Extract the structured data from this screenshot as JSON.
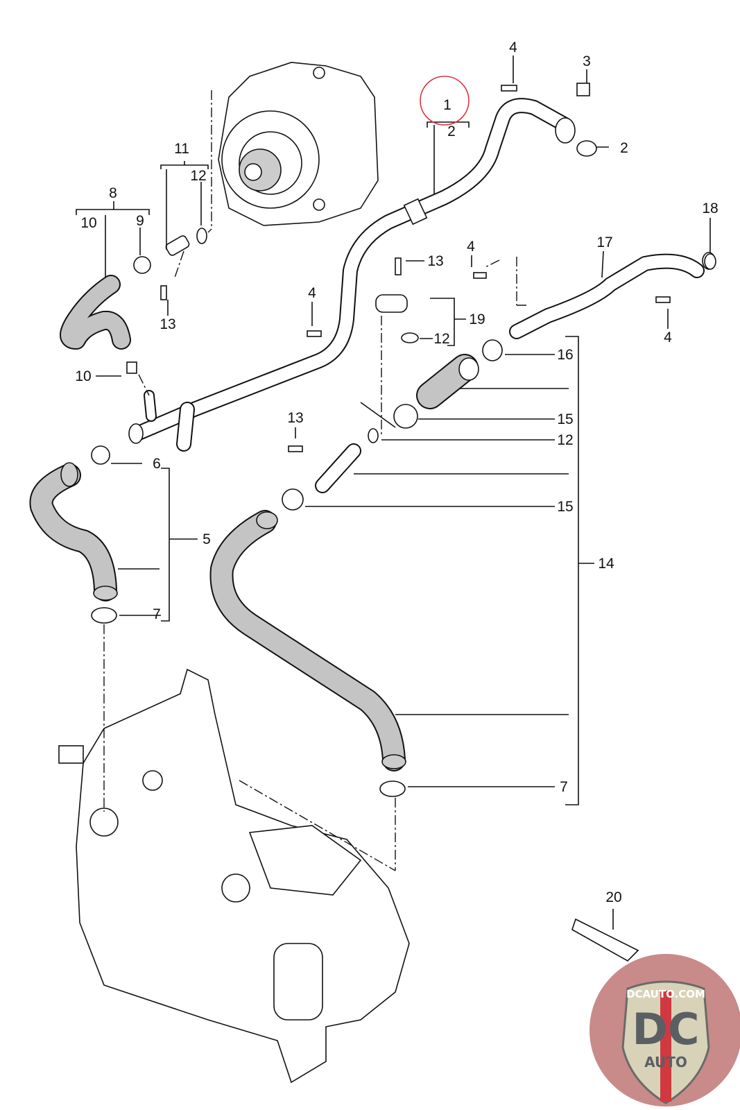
{
  "diagram": {
    "highlight_color": "#d9363e",
    "callouts": [
      "4",
      "3",
      "1",
      "2",
      "2",
      "11",
      "12",
      "8",
      "10",
      "9",
      "18",
      "17",
      "4",
      "13",
      "4",
      "13",
      "19",
      "12",
      "4",
      "16",
      "10",
      "15",
      "13",
      "12",
      "6",
      "5",
      "15",
      "14",
      "7",
      "7",
      "20"
    ]
  },
  "logo": {
    "top_text": "DCAUTO.COM",
    "main_text": "DC",
    "sub_text": "AUTO",
    "colors": {
      "badge": "#d8d2b8",
      "letters": "#5a5f63",
      "stripe": "#d0393f",
      "background": "#c98a8a"
    }
  }
}
